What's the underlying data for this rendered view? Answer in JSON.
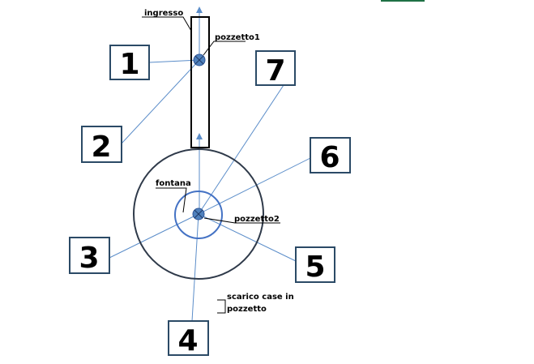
{
  "labels": {
    "ingresso": "ingresso",
    "pozzetto1": "pozzetto1",
    "fontana": "fontana",
    "pozzetto2": "pozzetto2",
    "scarico_line1": "scarico case in",
    "scarico_line2": "pozzetto"
  },
  "numbers": [
    "1",
    "2",
    "3",
    "4",
    "5",
    "6",
    "7"
  ],
  "colors": {
    "ray": "#5b8dc9",
    "circle": "#2f3a4a",
    "inner_circle": "#4472c4",
    "marker_fill": "#4f81bd",
    "box_border": "#2b4a66",
    "top_bar": "#1e7145"
  }
}
